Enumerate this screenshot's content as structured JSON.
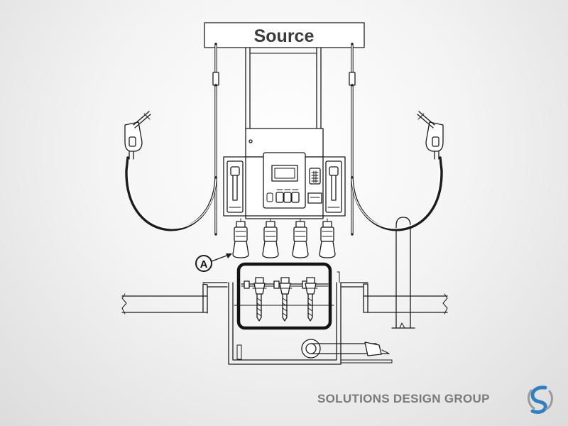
{
  "diagram": {
    "sign_label": "Source",
    "callout_label": "A"
  },
  "branding": {
    "company": "SOLUTIONS DESIGN GROUP",
    "logo_icon": "s-swirl-logo-icon"
  },
  "colors": {
    "line": "#1b1b1b",
    "sign_text": "#3a3a3a",
    "brand_text": "#7a7a7a",
    "logo_blue": "#2f7fc3",
    "logo_gray": "#9a9a9a"
  }
}
